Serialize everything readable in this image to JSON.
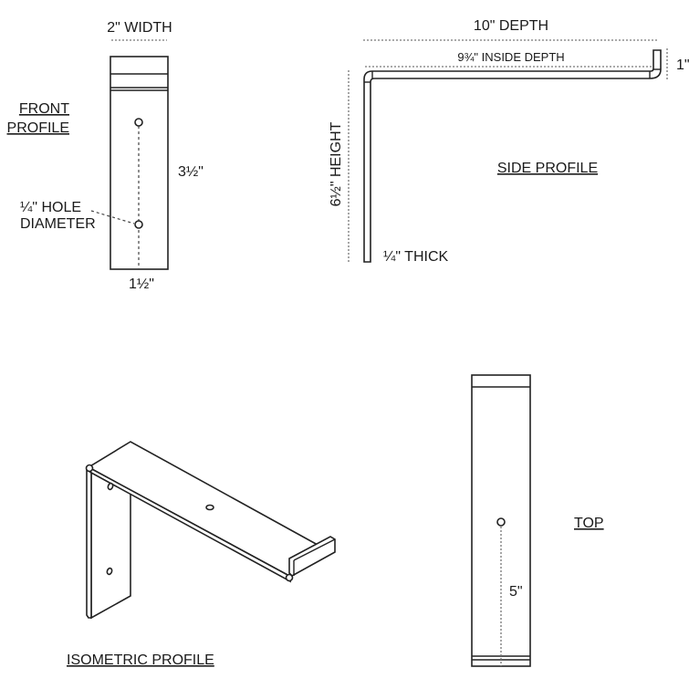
{
  "front_profile": {
    "title_line1": "FRONT",
    "title_line2": "PROFILE",
    "width_label": "2\" WIDTH",
    "hole_spacing_label": "3½\"",
    "hole_label_line1": "¼\" HOLE",
    "hole_label_line2": "DIAMETER",
    "bottom_label": "1½\""
  },
  "side_profile": {
    "title": "SIDE PROFILE",
    "depth_label": "10\" DEPTH",
    "inside_depth_label": "9¾\" INSIDE DEPTH",
    "lip_label": "1\"",
    "height_label": "6½\" HEIGHT",
    "thickness_label": "¼\" THICK"
  },
  "isometric_profile": {
    "title": "ISOMETRIC PROFILE"
  },
  "top_view": {
    "title": "TOP",
    "hole_offset_label": "5\""
  }
}
